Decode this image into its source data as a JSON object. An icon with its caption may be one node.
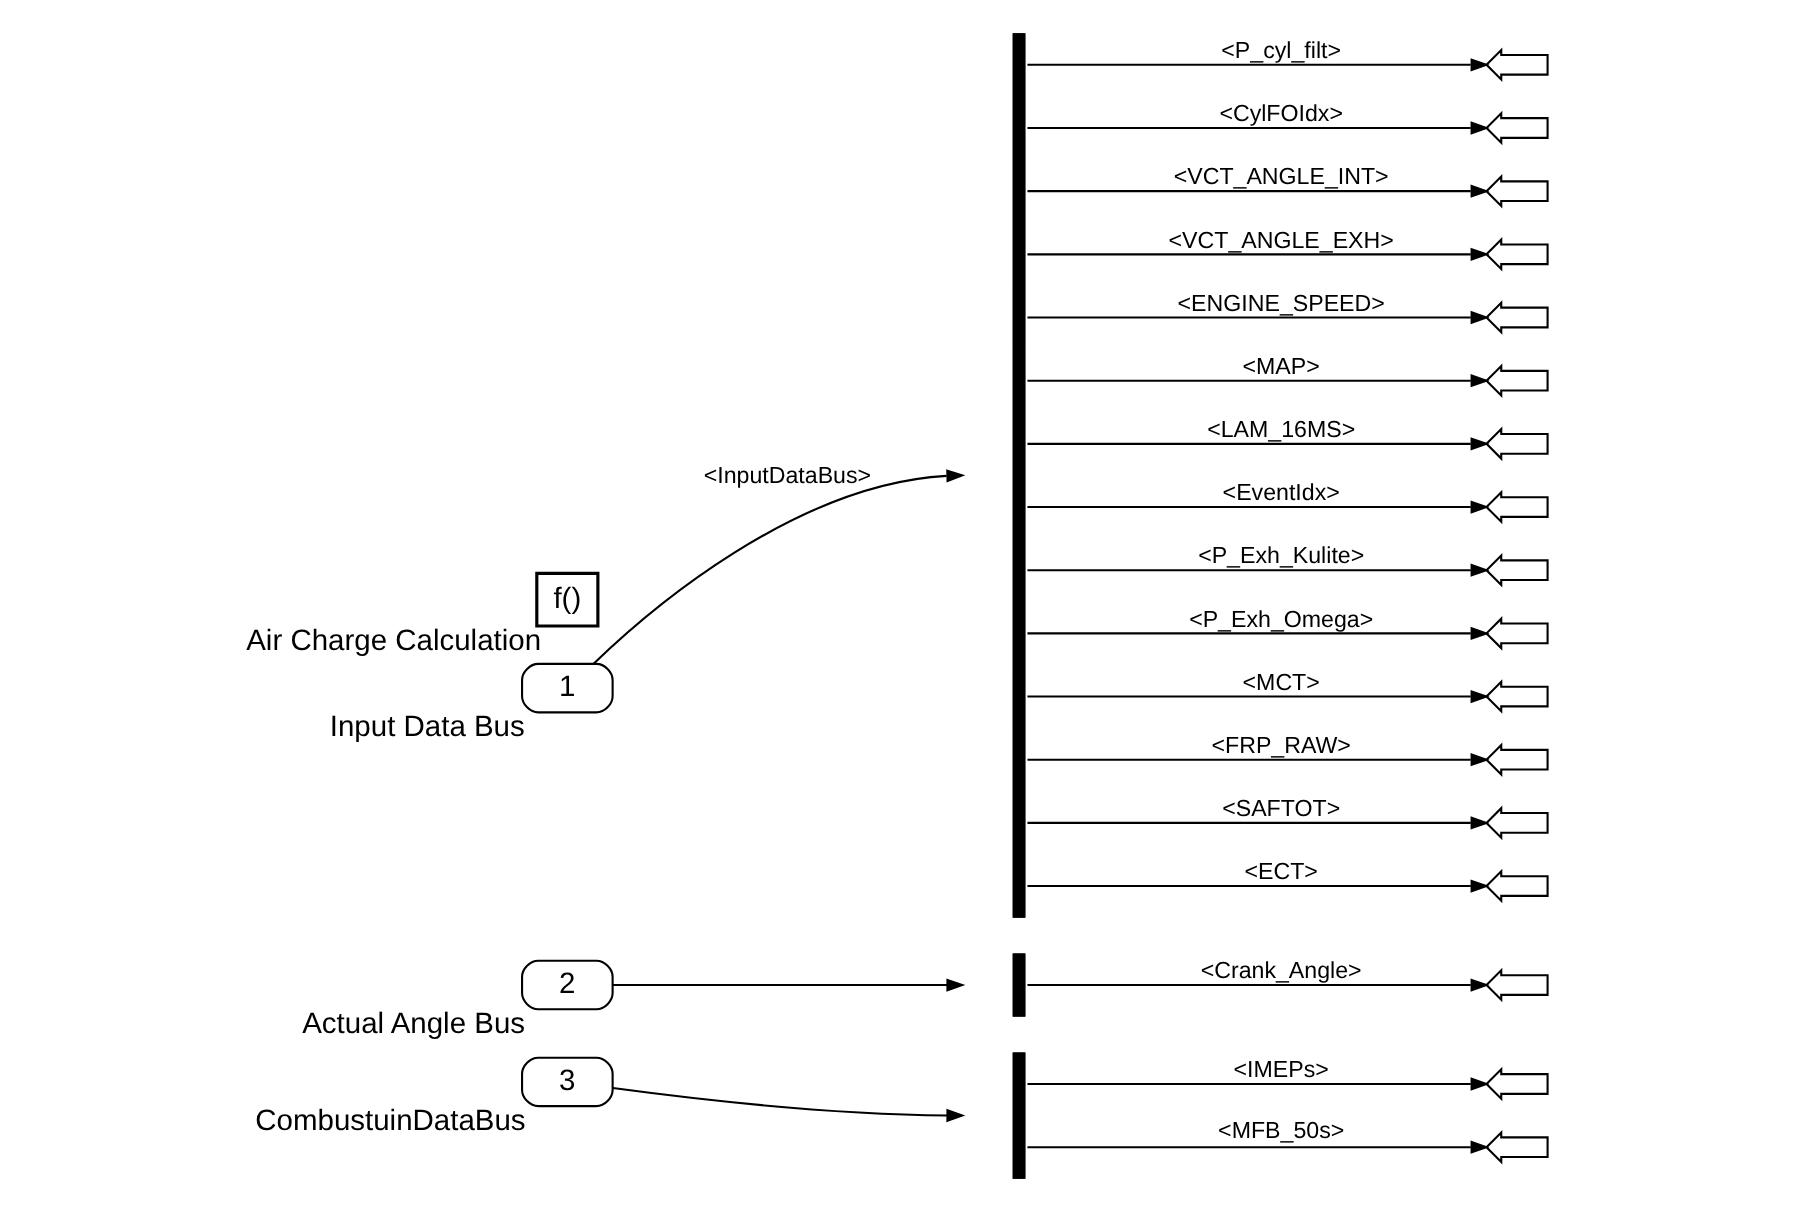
{
  "diagram": {
    "nodes": [
      {
        "text": [
          "f()"
        ],
        "beside": [
          "Air Charge Calculation"
        ]
      },
      {
        "text": [
          "1"
        ],
        "beside": [
          "Input Data Bus"
        ]
      },
      {
        "text": [],
        "shape": "bar"
      },
      {
        "text": [],
        "shape": "tag"
      },
      {
        "text": [],
        "shape": "tag"
      },
      {
        "text": [],
        "shape": "tag"
      },
      {
        "text": [],
        "shape": "tag"
      },
      {
        "text": [],
        "shape": "tag"
      },
      {
        "text": [],
        "shape": "tag"
      },
      {
        "text": [],
        "shape": "tag"
      },
      {
        "text": [],
        "shape": "tag"
      },
      {
        "text": [],
        "shape": "tag"
      },
      {
        "text": [],
        "shape": "tag"
      },
      {
        "text": [],
        "shape": "tag"
      },
      {
        "text": [],
        "shape": "tag"
      },
      {
        "text": [],
        "shape": "tag"
      },
      {
        "text": [],
        "shape": "tag"
      },
      {
        "text": [
          "2"
        ],
        "beside": [
          "Actual Angle Bus"
        ]
      },
      {
        "text": [],
        "shape": "bar"
      },
      {
        "text": [],
        "shape": "tag"
      },
      {
        "text": [
          "3"
        ],
        "beside": [
          "CombustuinDataBus"
        ]
      },
      {
        "text": [],
        "shape": "bar"
      },
      {
        "text": [],
        "shape": "tag"
      },
      {
        "text": [],
        "shape": "tag"
      }
    ],
    "edges": [
      {
        "from": 1,
        "to": 2,
        "arrow": "to",
        "label": "<InputDataBus>"
      },
      {
        "from": 2,
        "to": 3,
        "arrow": "to",
        "label": "<P_cyl_filt>"
      },
      {
        "from": 2,
        "to": 4,
        "arrow": "to",
        "label": "<CylFOIdx>"
      },
      {
        "from": 2,
        "to": 5,
        "arrow": "to",
        "label": "<VCT_ANGLE_INT>"
      },
      {
        "from": 2,
        "to": 6,
        "arrow": "to",
        "label": "<VCT_ANGLE_EXH>"
      },
      {
        "from": 2,
        "to": 7,
        "arrow": "to",
        "label": "<ENGINE_SPEED>"
      },
      {
        "from": 2,
        "to": 8,
        "arrow": "to",
        "label": "<MAP>"
      },
      {
        "from": 2,
        "to": 9,
        "arrow": "to",
        "label": "<LAM_16MS>"
      },
      {
        "from": 2,
        "to": 10,
        "arrow": "to",
        "label": "<EventIdx>"
      },
      {
        "from": 2,
        "to": 11,
        "arrow": "to",
        "label": "<P_Exh_Kulite>"
      },
      {
        "from": 2,
        "to": 12,
        "arrow": "to",
        "label": "<P_Exh_Omega>"
      },
      {
        "from": 2,
        "to": 13,
        "arrow": "to",
        "label": "<MCT>"
      },
      {
        "from": 2,
        "to": 14,
        "arrow": "to",
        "label": "<FRP_RAW>"
      },
      {
        "from": 2,
        "to": 15,
        "arrow": "to",
        "label": "<SAFTOT>"
      },
      {
        "from": 2,
        "to": 16,
        "arrow": "to",
        "label": "<ECT>"
      },
      {
        "from": 17,
        "to": 18,
        "arrow": "to"
      },
      {
        "from": 18,
        "to": 19,
        "arrow": "to",
        "label": "<Crank_Angle>"
      },
      {
        "from": 20,
        "to": 21,
        "arrow": "to"
      },
      {
        "from": 21,
        "to": 22,
        "arrow": "to",
        "label": "<IMEPs>"
      },
      {
        "from": 21,
        "to": 23,
        "arrow": "to",
        "label": "<MFB_50s>"
      }
    ]
  }
}
